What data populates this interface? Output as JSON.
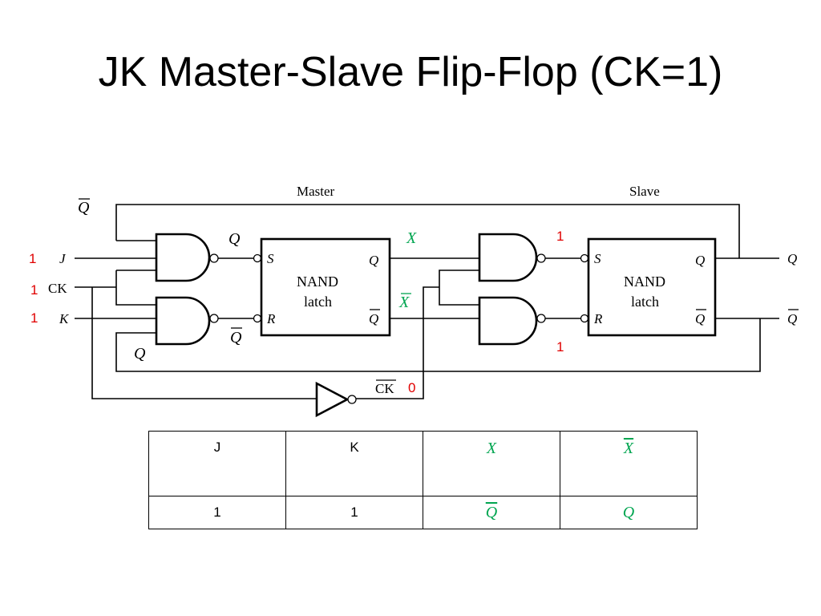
{
  "title": "JK Master-Slave Flip-Flop (CK=1)",
  "sections": {
    "master": "Master",
    "slave": "Slave"
  },
  "latch": {
    "line1": "NAND",
    "line2": "latch"
  },
  "ports": {
    "s": "S",
    "r": "R",
    "q": "Q",
    "qbar": "Q"
  },
  "inputs": {
    "j": "J",
    "ck": "CK",
    "k": "K"
  },
  "input_values": {
    "j": "1",
    "ck": "1",
    "k": "1"
  },
  "feedback": {
    "top": "Q",
    "bottom": "Q"
  },
  "master_gate_outputs": {
    "upper": "Q",
    "lower": "Q"
  },
  "intermediate": {
    "x": "X",
    "xbar": "X"
  },
  "slave_gate_outputs": {
    "upper": "1",
    "lower": "1"
  },
  "inverter": {
    "label": "CK",
    "value": "0"
  },
  "outputs": {
    "q": "Q",
    "qbar": "Q"
  },
  "colors": {
    "highlight_green": "#00a550",
    "value_red": "#e00000"
  },
  "table": {
    "headers": [
      "J",
      "K",
      "X",
      "X"
    ],
    "rows": [
      [
        "1",
        "1",
        "Q",
        "Q"
      ]
    ]
  }
}
